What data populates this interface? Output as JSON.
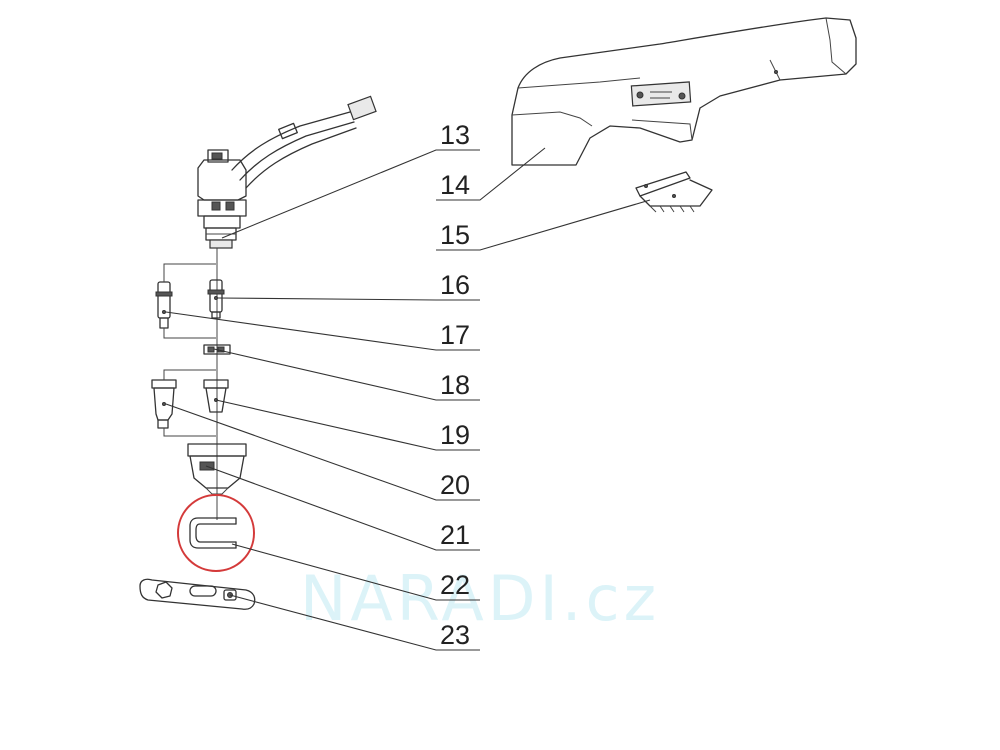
{
  "watermark": "NARADI.cz",
  "highlight_color": "#d43a3a",
  "line_color": "#333333",
  "callouts": [
    {
      "label": "13"
    },
    {
      "label": "14"
    },
    {
      "label": "15"
    },
    {
      "label": "16"
    },
    {
      "label": "17"
    },
    {
      "label": "18"
    },
    {
      "label": "19"
    },
    {
      "label": "20"
    },
    {
      "label": "21"
    },
    {
      "label": "22"
    },
    {
      "label": "23"
    }
  ],
  "parts": [
    {
      "name": "torch-head-with-cable"
    },
    {
      "name": "torch-handle"
    },
    {
      "name": "trigger-switch"
    },
    {
      "name": "electrode"
    },
    {
      "name": "electrode-alt"
    },
    {
      "name": "swirl-ring"
    },
    {
      "name": "nozzle"
    },
    {
      "name": "nozzle-alt"
    },
    {
      "name": "shield-cup"
    },
    {
      "name": "spacer-guide"
    },
    {
      "name": "wrench-tool"
    }
  ],
  "highlighted_part": "22"
}
